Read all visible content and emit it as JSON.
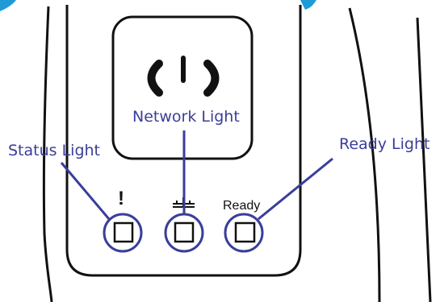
{
  "labels": {
    "network_light": "Network Light",
    "status_light": "Status Light",
    "ready_light": "Ready Light"
  },
  "panel": {
    "status_symbol": "!",
    "ready_text": "Ready"
  },
  "icons": {
    "power": "power-icon",
    "network": "network-icon",
    "status": "exclamation-icon"
  },
  "colors": {
    "callout": "#3a3e9a",
    "outline": "#111111",
    "top_band": "#1e9bd7",
    "background": "#ffffff"
  }
}
